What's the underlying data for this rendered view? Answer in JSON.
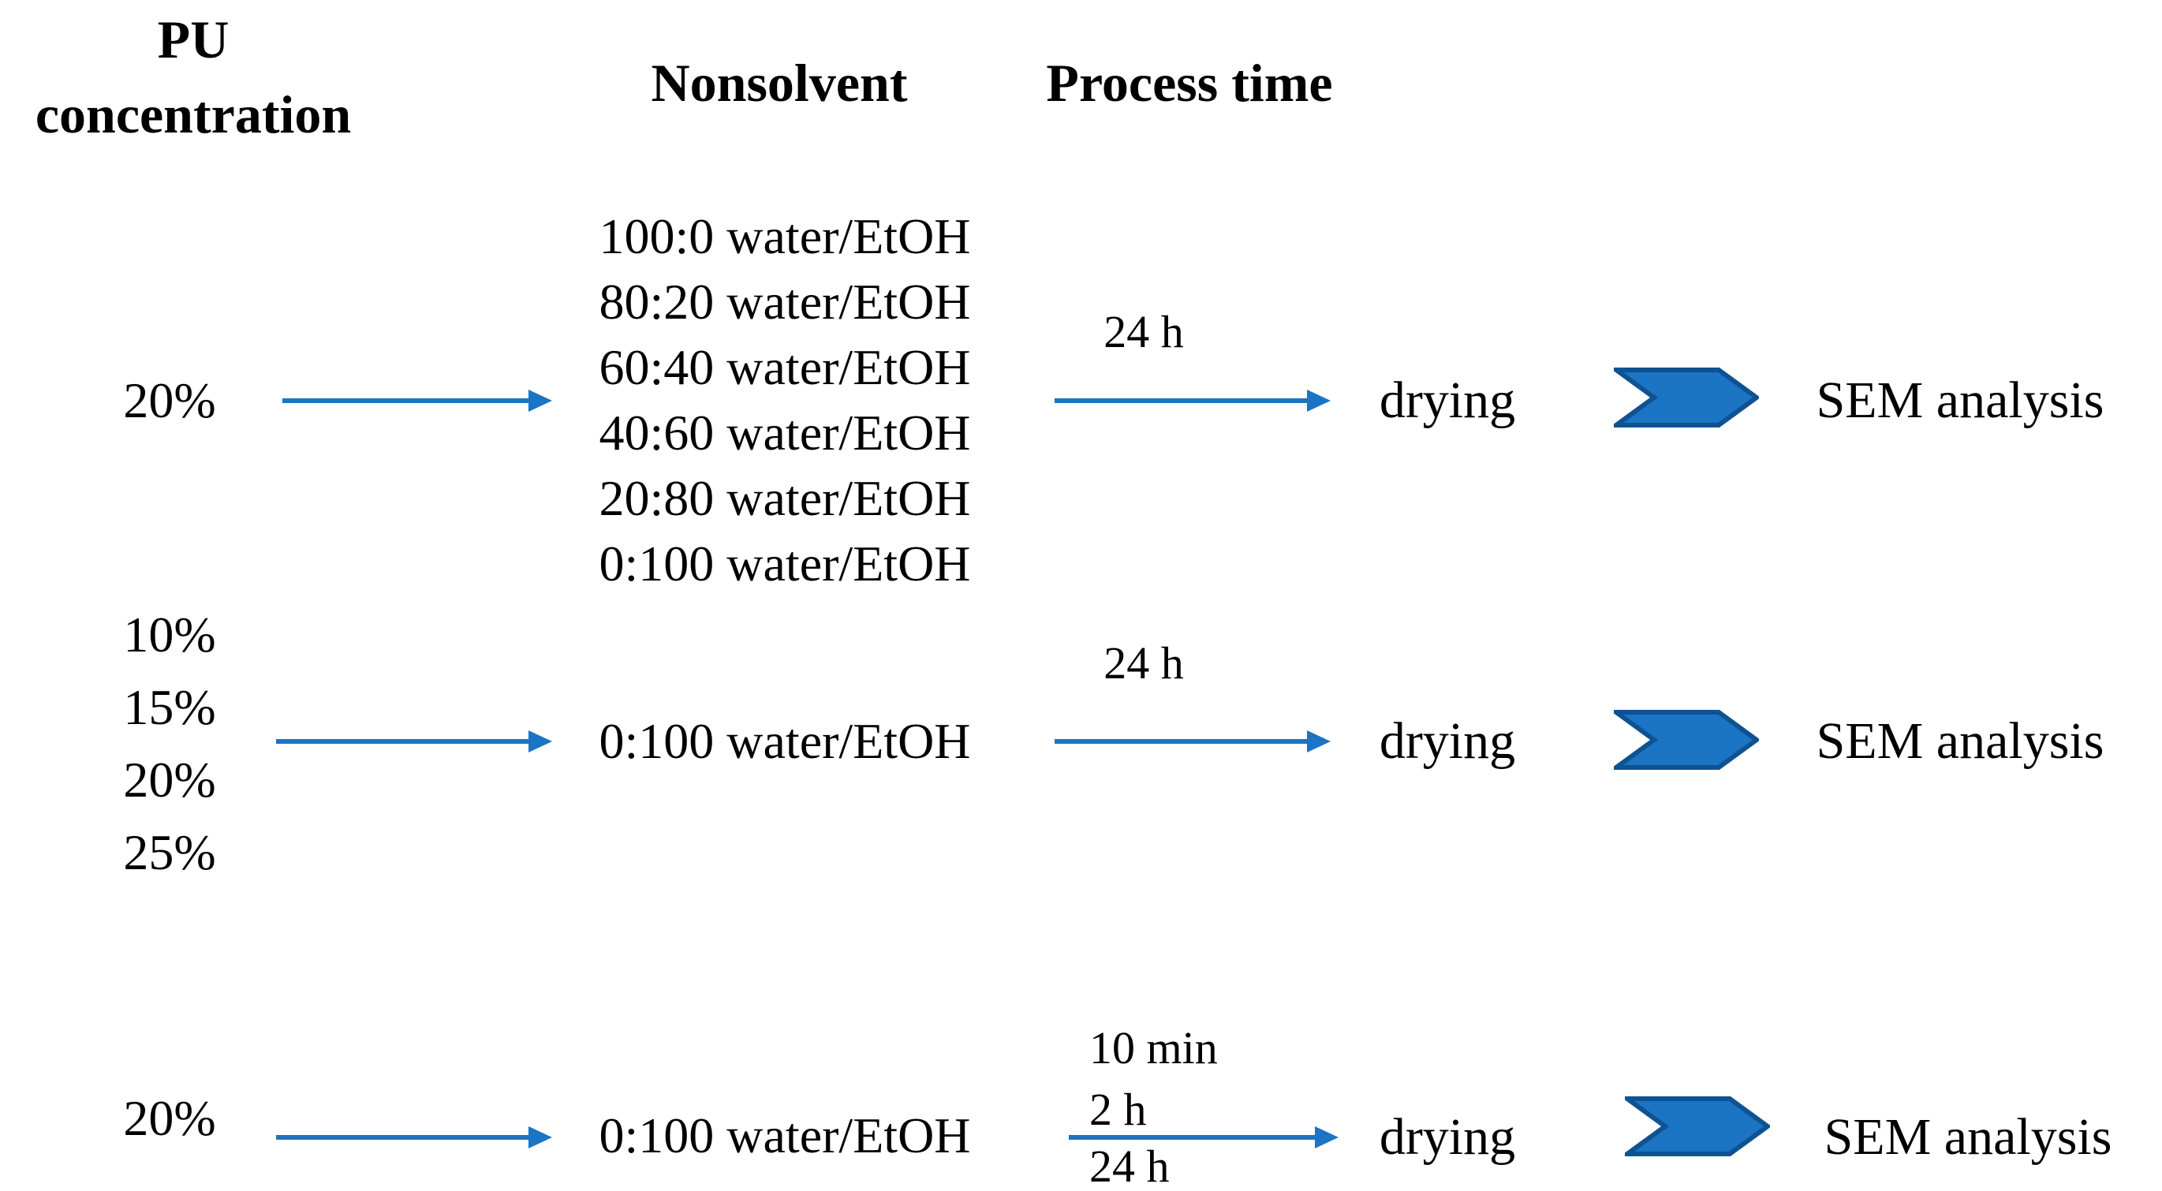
{
  "colors": {
    "arrow_blue": "#1B74C4",
    "chevron_fill": "#1B74C4",
    "chevron_border": "#0F5291",
    "text": "#000000",
    "background": "#FFFFFF"
  },
  "headers": {
    "col1_line1": "PU",
    "col1_line2": "concentration",
    "col2": "Nonsolvent",
    "col3": "Process time"
  },
  "rows": [
    {
      "pu_concentrations": [
        "20%"
      ],
      "nonsolvents": [
        "100:0 water/EtOH",
        "80:20 water/EtOH",
        "60:40 water/EtOH",
        "40:60 water/EtOH",
        "20:80 water/EtOH",
        "0:100 water/EtOH"
      ],
      "process_times_above_arrow": [
        "24 h"
      ],
      "process_times_below_arrow": [],
      "drying_label": "drying",
      "sem_label": "SEM analysis"
    },
    {
      "pu_concentrations": [
        "10%",
        "15%",
        "20%",
        "25%"
      ],
      "nonsolvents": [
        "0:100 water/EtOH"
      ],
      "process_times_above_arrow": [
        "24 h"
      ],
      "process_times_below_arrow": [],
      "drying_label": "drying",
      "sem_label": "SEM analysis"
    },
    {
      "pu_concentrations": [
        "20%"
      ],
      "nonsolvents": [
        "0:100 water/EtOH"
      ],
      "process_times_above_arrow": [
        "10 min",
        "2 h"
      ],
      "process_times_below_arrow": [
        "24 h"
      ],
      "drying_label": "drying",
      "sem_label": "SEM analysis"
    }
  ]
}
